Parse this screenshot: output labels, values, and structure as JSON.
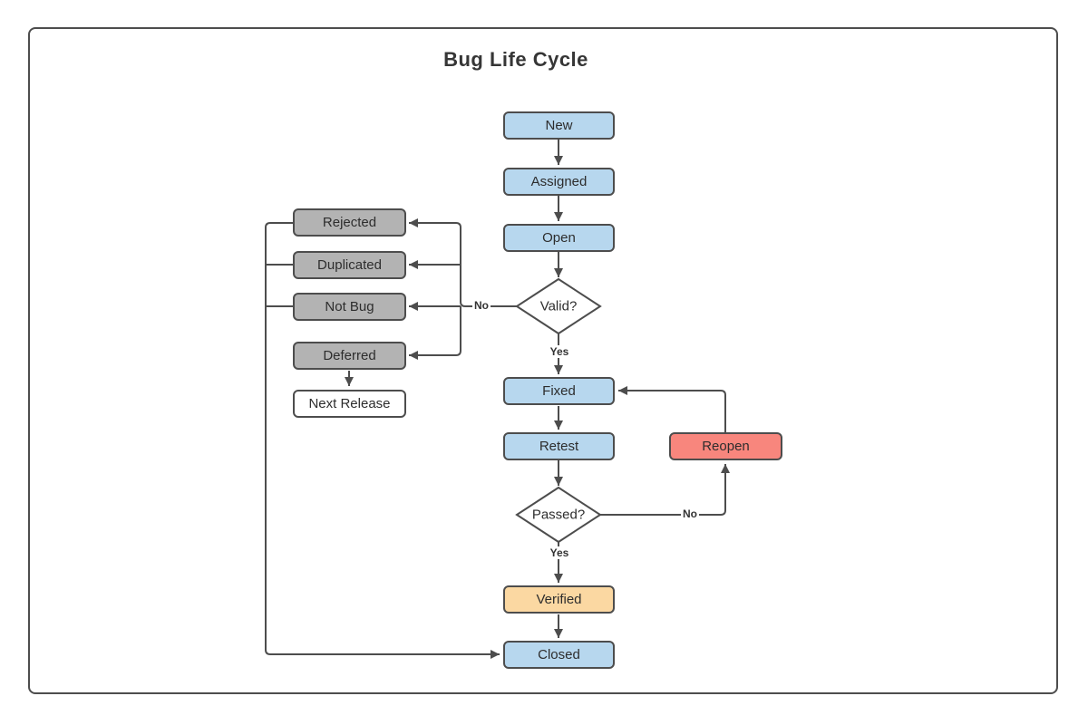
{
  "title": "Bug Life Cycle",
  "colors": {
    "blue": "#b7d7ee",
    "gray": "#b3b3b3",
    "salmon": "#f8867d",
    "orange": "#fbd8a2",
    "white": "#ffffff",
    "line": "#4d4d4d"
  },
  "nodes": {
    "new": {
      "label": "New"
    },
    "assigned": {
      "label": "Assigned"
    },
    "open": {
      "label": "Open"
    },
    "valid": {
      "label": "Valid?"
    },
    "fixed": {
      "label": "Fixed"
    },
    "retest": {
      "label": "Retest"
    },
    "passed": {
      "label": "Passed?"
    },
    "verified": {
      "label": "Verified"
    },
    "closed": {
      "label": "Closed"
    },
    "rejected": {
      "label": "Rejected"
    },
    "duplicated": {
      "label": "Duplicated"
    },
    "notbug": {
      "label": "Not Bug"
    },
    "deferred": {
      "label": "Deferred"
    },
    "nextrelease": {
      "label": "Next Release"
    },
    "reopen": {
      "label": "Reopen"
    }
  },
  "edge_labels": {
    "valid_no": "No",
    "valid_yes": "Yes",
    "passed_no": "No",
    "passed_yes": "Yes"
  }
}
